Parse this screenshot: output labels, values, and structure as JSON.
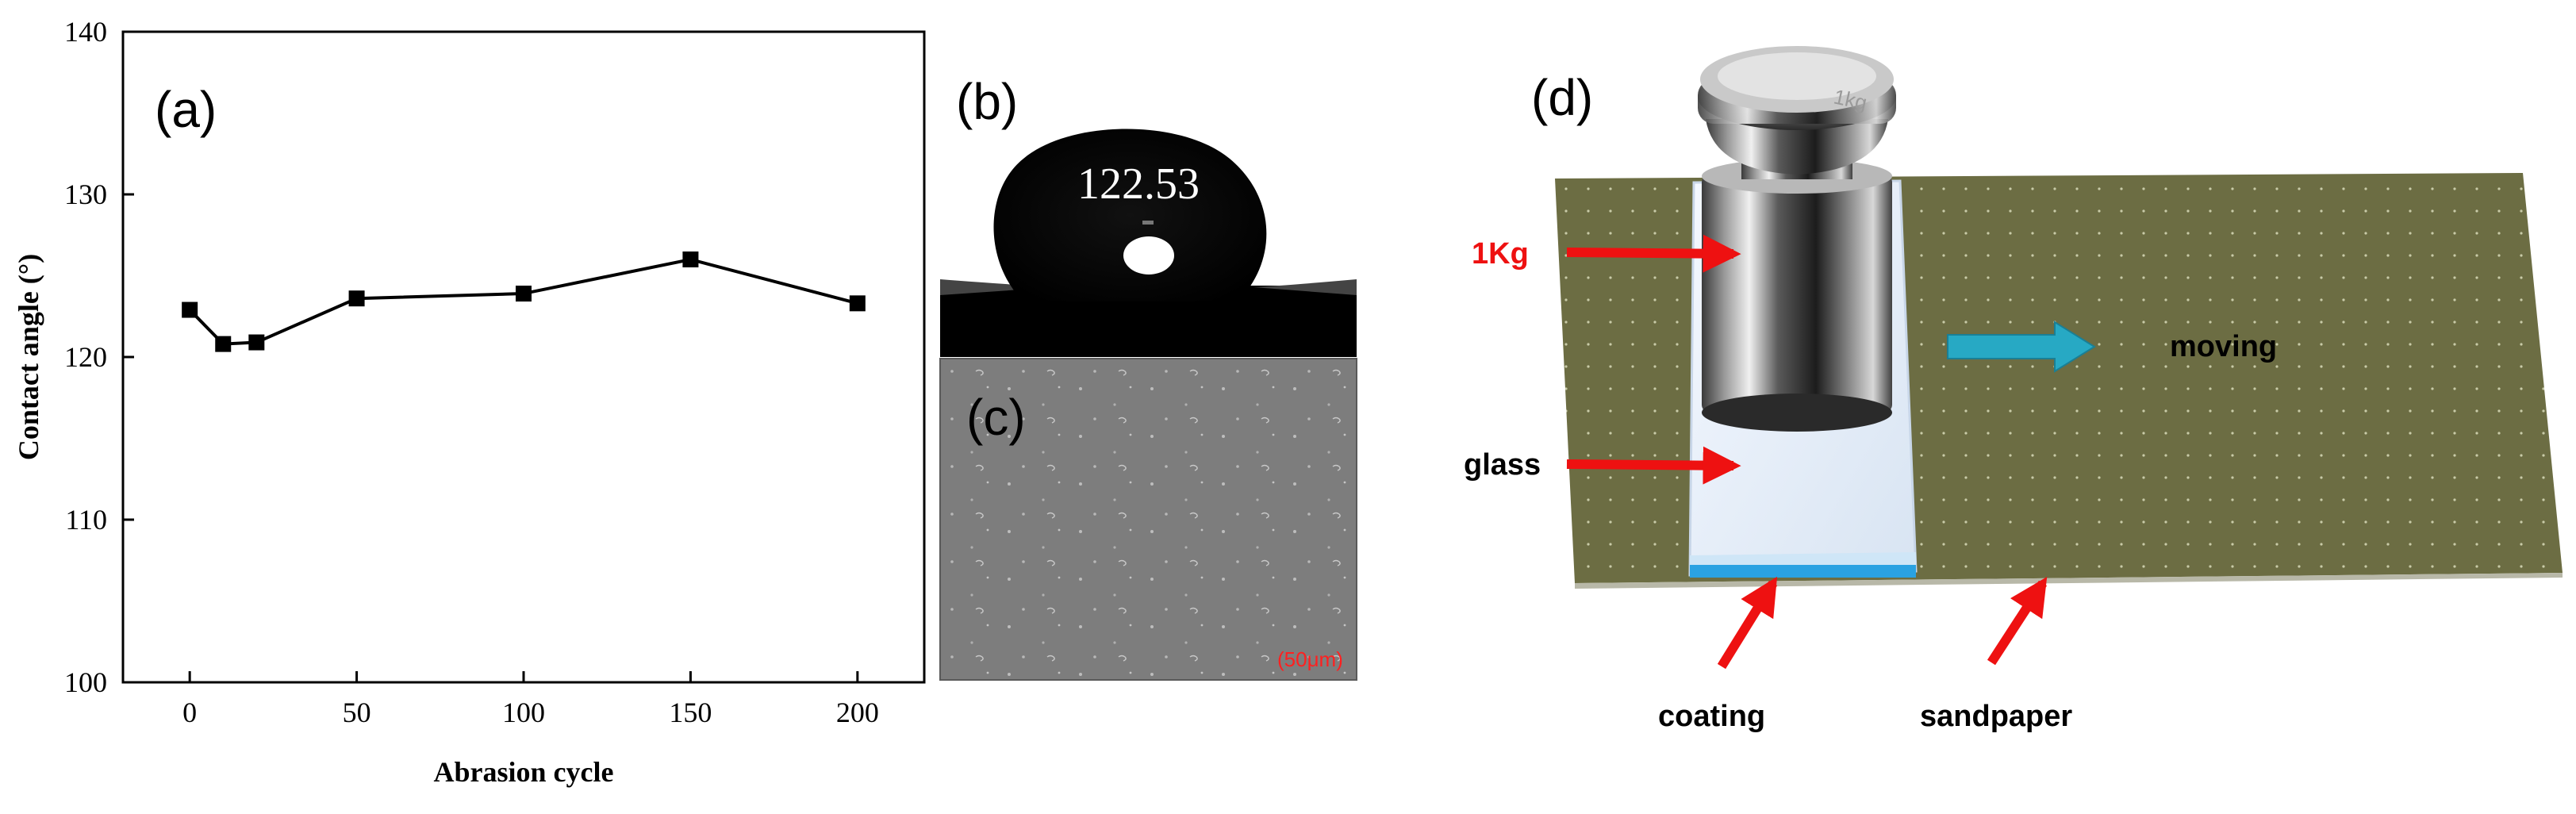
{
  "panels": {
    "a": {
      "label": "(a)"
    },
    "b": {
      "label": "(b)",
      "angle_value": "122.53"
    },
    "c": {
      "label": "(c)",
      "scale_bar": "(50μm)"
    },
    "d": {
      "label": "(d)",
      "weight_label": "1Kg",
      "glass_label": "glass",
      "moving_label": "moving",
      "coating_label": "coating",
      "sandpaper_label": "sandpaper",
      "weight_engraving": "1kg"
    }
  },
  "colors": {
    "line": "#000000",
    "arrow_red": "#ee1111",
    "arrow_cyan": "#27a9c4",
    "sandpaper": "#6c6d43",
    "coating_blue": "#2aa2e2",
    "scale_text": "#ff2020"
  },
  "chart_data": {
    "type": "line",
    "title": "",
    "xlabel": "Abrasion cycle",
    "ylabel": "Contact angle (°)",
    "x": [
      0,
      10,
      20,
      50,
      100,
      150,
      200
    ],
    "series": [
      {
        "values": [
          122.9,
          120.8,
          120.9,
          123.6,
          123.9,
          126.0,
          123.3
        ]
      }
    ],
    "xlim": [
      -20,
      220
    ],
    "ylim": [
      100,
      140
    ],
    "xticks": [
      "0",
      "50",
      "100",
      "150",
      "200"
    ],
    "yticks": [
      "100",
      "110",
      "120",
      "130",
      "140"
    ],
    "marker": "square",
    "grid": false
  }
}
